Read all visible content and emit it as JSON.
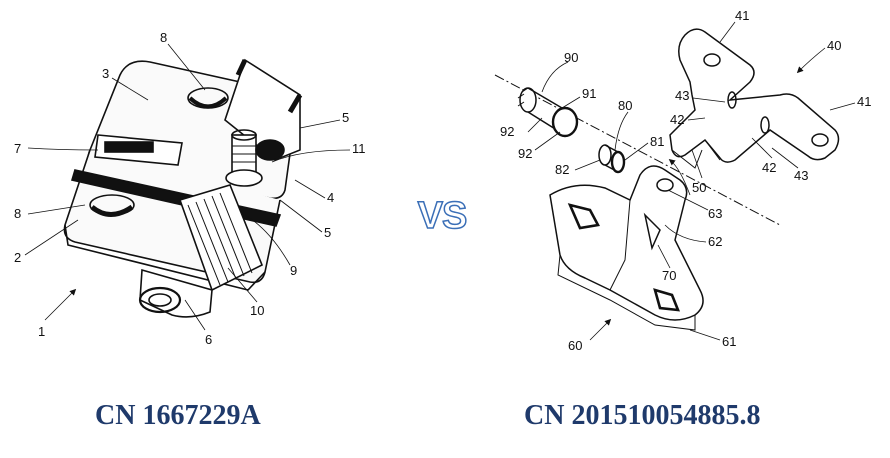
{
  "left": {
    "caption": "CN 1667229A",
    "labels": {
      "l1": "1",
      "l2": "2",
      "l3": "3",
      "l4": "4",
      "l5a": "5",
      "l5b": "5",
      "l6": "6",
      "l7": "7",
      "l8a": "8",
      "l8b": "8",
      "l9": "9",
      "l10": "10",
      "l11": "11"
    }
  },
  "vs_text": "VS",
  "right": {
    "caption": "CN 201510054885.8",
    "labels": {
      "l90": "90",
      "l91": "91",
      "l92a": "92",
      "l92b": "92",
      "l80": "80",
      "l81": "81",
      "l82": "82",
      "l41a": "41",
      "l41b": "41",
      "l40": "40",
      "l43a": "43",
      "l43b": "43",
      "l42a": "42",
      "l42b": "42",
      "l50": "50",
      "l63": "63",
      "l62": "62",
      "l70": "70",
      "l60": "60",
      "l61": "61"
    }
  },
  "colors": {
    "caption": "#1f3a6b",
    "vs_outline": "#3b6fb7"
  }
}
